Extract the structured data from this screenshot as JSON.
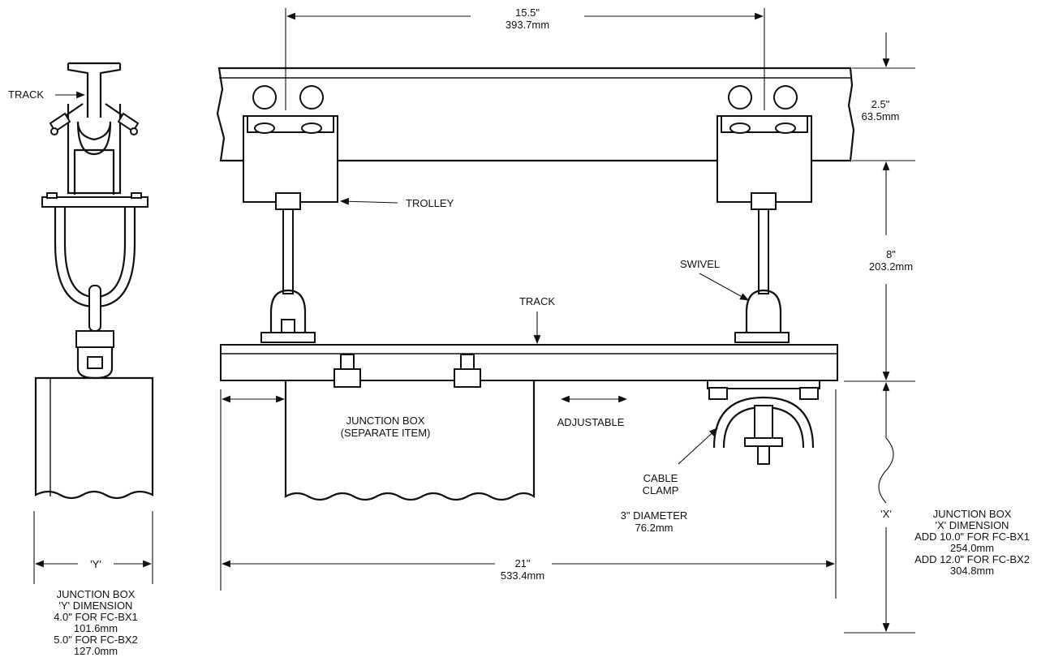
{
  "labels": {
    "track_side": "TRACK",
    "track_main": "TRACK",
    "trolley": "TROLLEY",
    "swivel": "SWIVEL",
    "junction_box_line1": "JUNCTION BOX",
    "junction_box_line2": "(SEPARATE ITEM)",
    "adjustable": "ADJUSTABLE",
    "cable_clamp_line1": "CABLE",
    "cable_clamp_line2": "CLAMP",
    "diameter_line1": "3\" DIAMETER",
    "diameter_line2": "76.2mm"
  },
  "dimensions": {
    "top_spacing_in": "15.5\"",
    "top_spacing_mm": "393.7mm",
    "track_height_in": "2.5\"",
    "track_height_mm": "63.5mm",
    "drop_in": "8\"",
    "drop_mm": "203.2mm",
    "length_in": "21\"",
    "length_mm": "533.4mm",
    "x_label": "'X'",
    "y_label": "'Y'"
  },
  "notes": {
    "x_dim": [
      "JUNCTION BOX",
      "'X' DIMENSION",
      "ADD 10.0\" FOR FC-BX1",
      "254.0mm",
      "ADD 12.0\" FOR FC-BX2",
      "304.8mm"
    ],
    "y_dim": [
      "JUNCTION BOX",
      "'Y' DIMENSION",
      "4.0\" FOR FC-BX1",
      "101.6mm",
      "5.0\" FOR FC-BX2",
      "127.0mm"
    ]
  }
}
